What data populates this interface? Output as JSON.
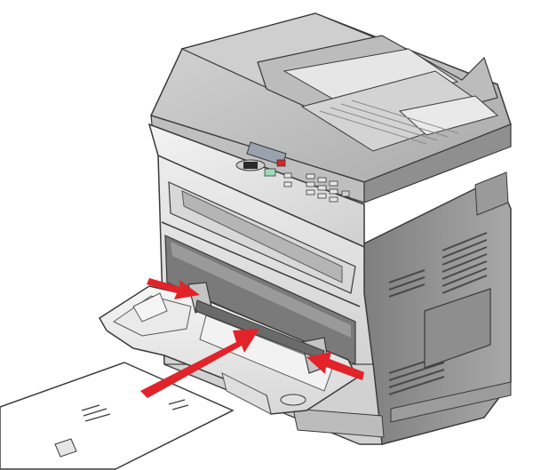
{
  "illustration": {
    "subject": "multifunction-printer",
    "action": "load-envelope-manual-feeder",
    "colors": {
      "body_light": "#dcdcdc",
      "body_mid": "#b8b8b8",
      "body_dark": "#6e6e6e",
      "outline": "#3a3a3a",
      "arrow_red": "#e2232a",
      "paper_white": "#ffffff",
      "display": "#9aa3ad",
      "power_button_red": "#d3262b",
      "start_button_green": "#9fd9b8"
    },
    "arrows": [
      {
        "name": "guide-left-arrow",
        "meaning": "slide-left-guide-in"
      },
      {
        "name": "insert-arrow",
        "meaning": "insert-envelope"
      },
      {
        "name": "guide-right-arrow",
        "meaning": "slide-right-guide-in"
      }
    ]
  }
}
